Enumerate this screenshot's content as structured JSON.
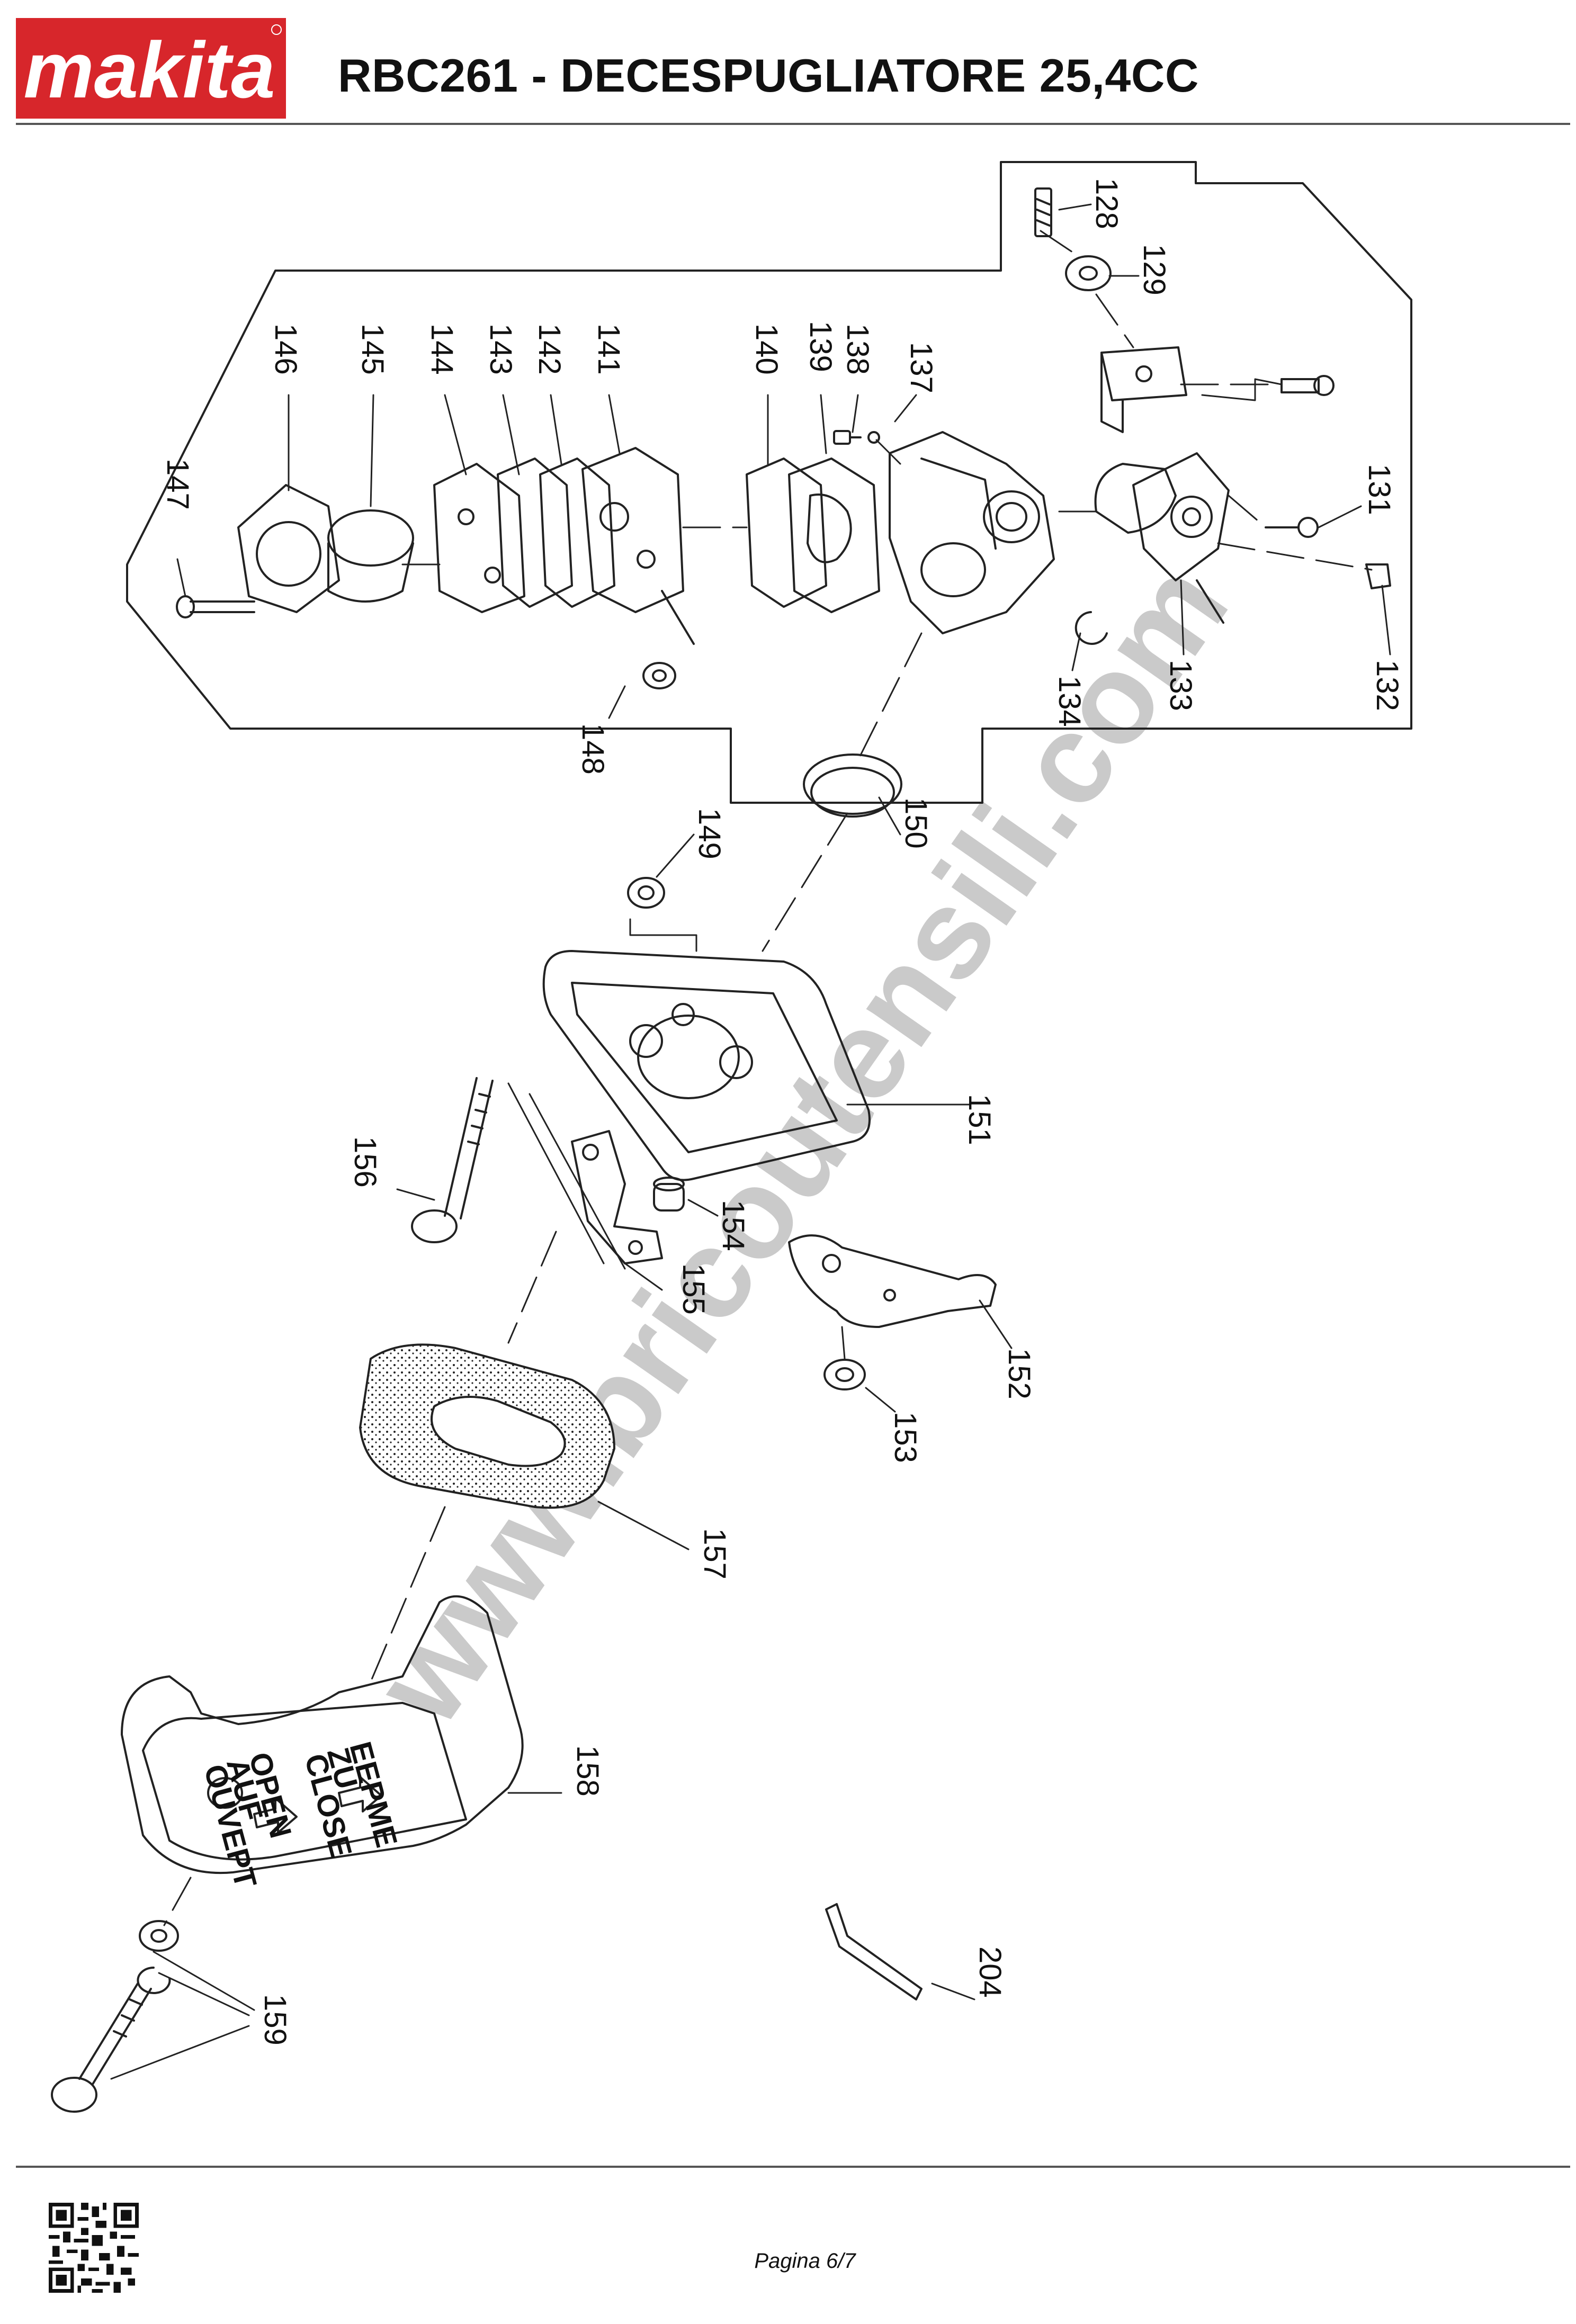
{
  "header": {
    "brand": "makita",
    "title": "RBC261 - DECESPUGLIATORE 25,4CC"
  },
  "diagram": {
    "watermark": "www.bricoutensili.com",
    "callouts": {
      "c128": "128",
      "c129": "129",
      "c131": "131",
      "c132": "132",
      "c133": "133",
      "c134": "134",
      "c137": "137",
      "c138": "138",
      "c139": "139",
      "c140": "140",
      "c141": "141",
      "c142": "142",
      "c143": "143",
      "c144": "144",
      "c145": "145",
      "c146": "146",
      "c147": "147",
      "c148": "148",
      "c149": "149",
      "c150": "150",
      "c151": "151",
      "c152": "152",
      "c153": "153",
      "c154": "154",
      "c155": "155",
      "c156": "156",
      "c157": "157",
      "c158": "158",
      "c159": "159",
      "c204": "204"
    },
    "cover_text": {
      "close_lines": [
        "EEPME",
        "ZU",
        "CLOSE"
      ],
      "open_lines": [
        "OPEN",
        "AUF",
        "OUVEPT"
      ]
    }
  },
  "footer": {
    "page": "Pagina 6/7"
  },
  "colors": {
    "brand_red": "#d7262b",
    "line": "#222222",
    "watermark": "#b9b9b9"
  }
}
